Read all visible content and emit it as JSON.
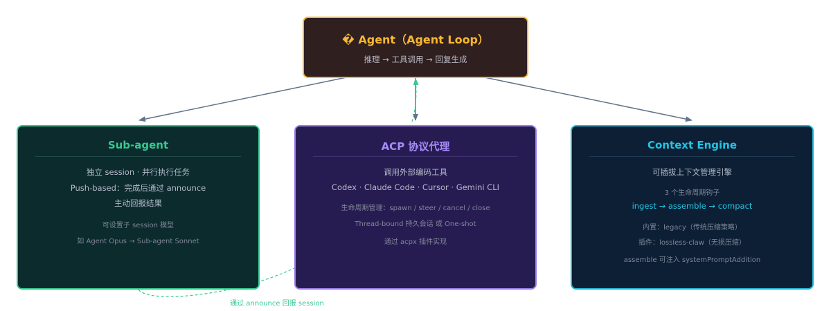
{
  "main": {
    "title": "� Agent（Agent Loop）",
    "subtitle": "推理 → 工具调用 → 回复生成"
  },
  "subagent": {
    "title": "Sub-agent",
    "lines": [
      "独立 session · 并行执行任务",
      "Push-based：完成后通过 announce",
      "主动回报结果",
      "可设置子 session 模型",
      "如 Agent Opus → Sub-agent Sonnet"
    ]
  },
  "acp": {
    "title": "ACP 协议代理",
    "lines": [
      "调用外部编码工具",
      "Codex · Claude Code · Cursor · Gemini CLI",
      "生命周期管理：spawn / steer / cancel / close",
      "Thread-bound 持久会话 或 One-shot",
      "通过 acpx 插件实现"
    ]
  },
  "context": {
    "title": "Context Engine",
    "lines": [
      "可插拔上下文管理引擎",
      "3 个生命周期钩子",
      "ingest → assemble → compact",
      "内置：legacy（传统压缩策略）",
      "插件：lossless-claw（无损压缩）",
      "assemble 可注入 systemPromptAddition"
    ]
  },
  "connector_label": "通过 announce 回报 session",
  "colors": {
    "main_border": "#f5b82e",
    "sub_accent": "#34c98f",
    "acp_accent": "#9b7fe6",
    "ctx_accent": "#22b8d6",
    "arrow": "#627489"
  }
}
